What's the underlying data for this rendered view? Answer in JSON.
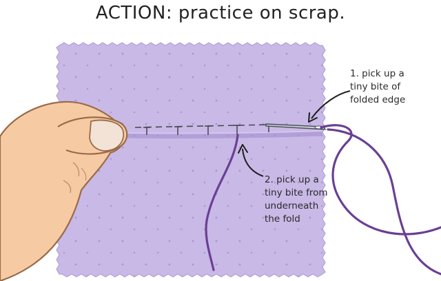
{
  "title": "ACTION: practice on scrap.",
  "notes": {
    "step1": [
      "1. pick up a",
      "tiny bite of",
      "folded edge"
    ],
    "step2": [
      "2. pick up a",
      "tiny bite from",
      "underneath",
      "the fold"
    ]
  },
  "colors": {
    "fabric": "#c8b9e6",
    "fabric_edge": "#b3a2d8",
    "thread": "#6a3f93",
    "skin": "#f6cba3",
    "skin_outline": "#9a6b48",
    "needle": "#c9ccd3"
  },
  "icons": {
    "hand": "hand-icon",
    "needle": "needle-icon",
    "arrow": "curved-arrow-icon"
  }
}
